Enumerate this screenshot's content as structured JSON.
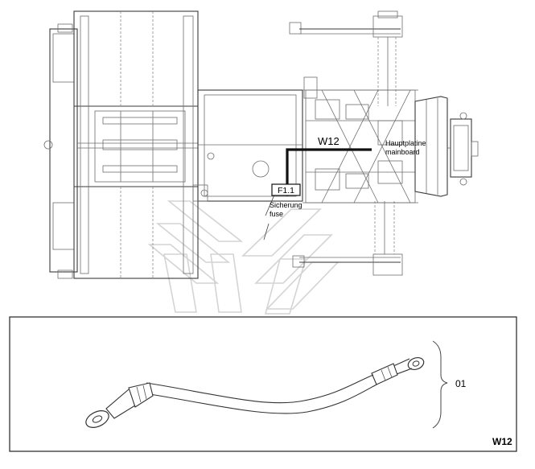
{
  "labels": {
    "wire_code": "W12",
    "mainboard_de": "Hauptplatine",
    "mainboard_en": "mainboard",
    "fuse_id": "F1.1",
    "fuse_de": "Sicherung",
    "fuse_en": "fuse"
  },
  "detail": {
    "item_number": "01",
    "corner_code": "W12"
  },
  "colors": {
    "wire": "#111111",
    "line": "#3a3a3a",
    "watermark": "#d4d4d4"
  }
}
